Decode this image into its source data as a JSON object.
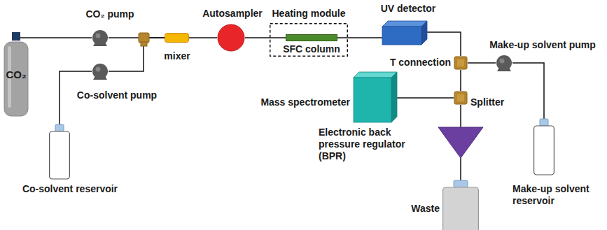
{
  "diagram": {
    "nodes": [
      {
        "text": [
          "CO₂"
        ]
      },
      {
        "text": [
          "CO₂ pump"
        ]
      },
      {
        "text": [
          "Co-solvent pump"
        ]
      },
      {
        "text": [
          "Co-solvent reservoir"
        ]
      },
      {
        "text": [
          "mixer"
        ]
      },
      {
        "text": [
          "Autosampler"
        ]
      },
      {
        "text": [
          "Heating module"
        ]
      },
      {
        "text": [
          "SFC column"
        ],
        "in": 6
      },
      {
        "text": [
          "UV detector"
        ]
      },
      {
        "text": [
          "T connection"
        ]
      },
      {
        "text": [
          "Make-up solvent pump"
        ]
      },
      {
        "text": [
          "Make-up solvent reservoir"
        ]
      },
      {
        "text": [
          "Mass spectrometer"
        ]
      },
      {
        "text": [
          "Splitter"
        ]
      },
      {
        "text": [
          "Electronic back pressure regulator (BPR)"
        ]
      },
      {
        "text": [
          "Waste"
        ]
      }
    ],
    "edges": [
      {
        "from": 0,
        "to": 1,
        "arrow": "none"
      },
      {
        "from": 1,
        "to": 4,
        "arrow": "none"
      },
      {
        "from": 3,
        "to": 2,
        "arrow": "none"
      },
      {
        "from": 2,
        "to": 4,
        "arrow": "none"
      },
      {
        "from": 4,
        "to": 5,
        "arrow": "none"
      },
      {
        "from": 5,
        "to": 7,
        "arrow": "none"
      },
      {
        "from": 7,
        "to": 8,
        "arrow": "none"
      },
      {
        "from": 8,
        "to": 9,
        "arrow": "none"
      },
      {
        "from": 11,
        "to": 10,
        "arrow": "none"
      },
      {
        "from": 10,
        "to": 9,
        "arrow": "none"
      },
      {
        "from": 9,
        "to": 13,
        "arrow": "none"
      },
      {
        "from": 12,
        "to": 13,
        "arrow": "none"
      },
      {
        "from": 13,
        "to": 14,
        "arrow": "none"
      },
      {
        "from": 14,
        "to": 15,
        "arrow": "none"
      }
    ]
  }
}
